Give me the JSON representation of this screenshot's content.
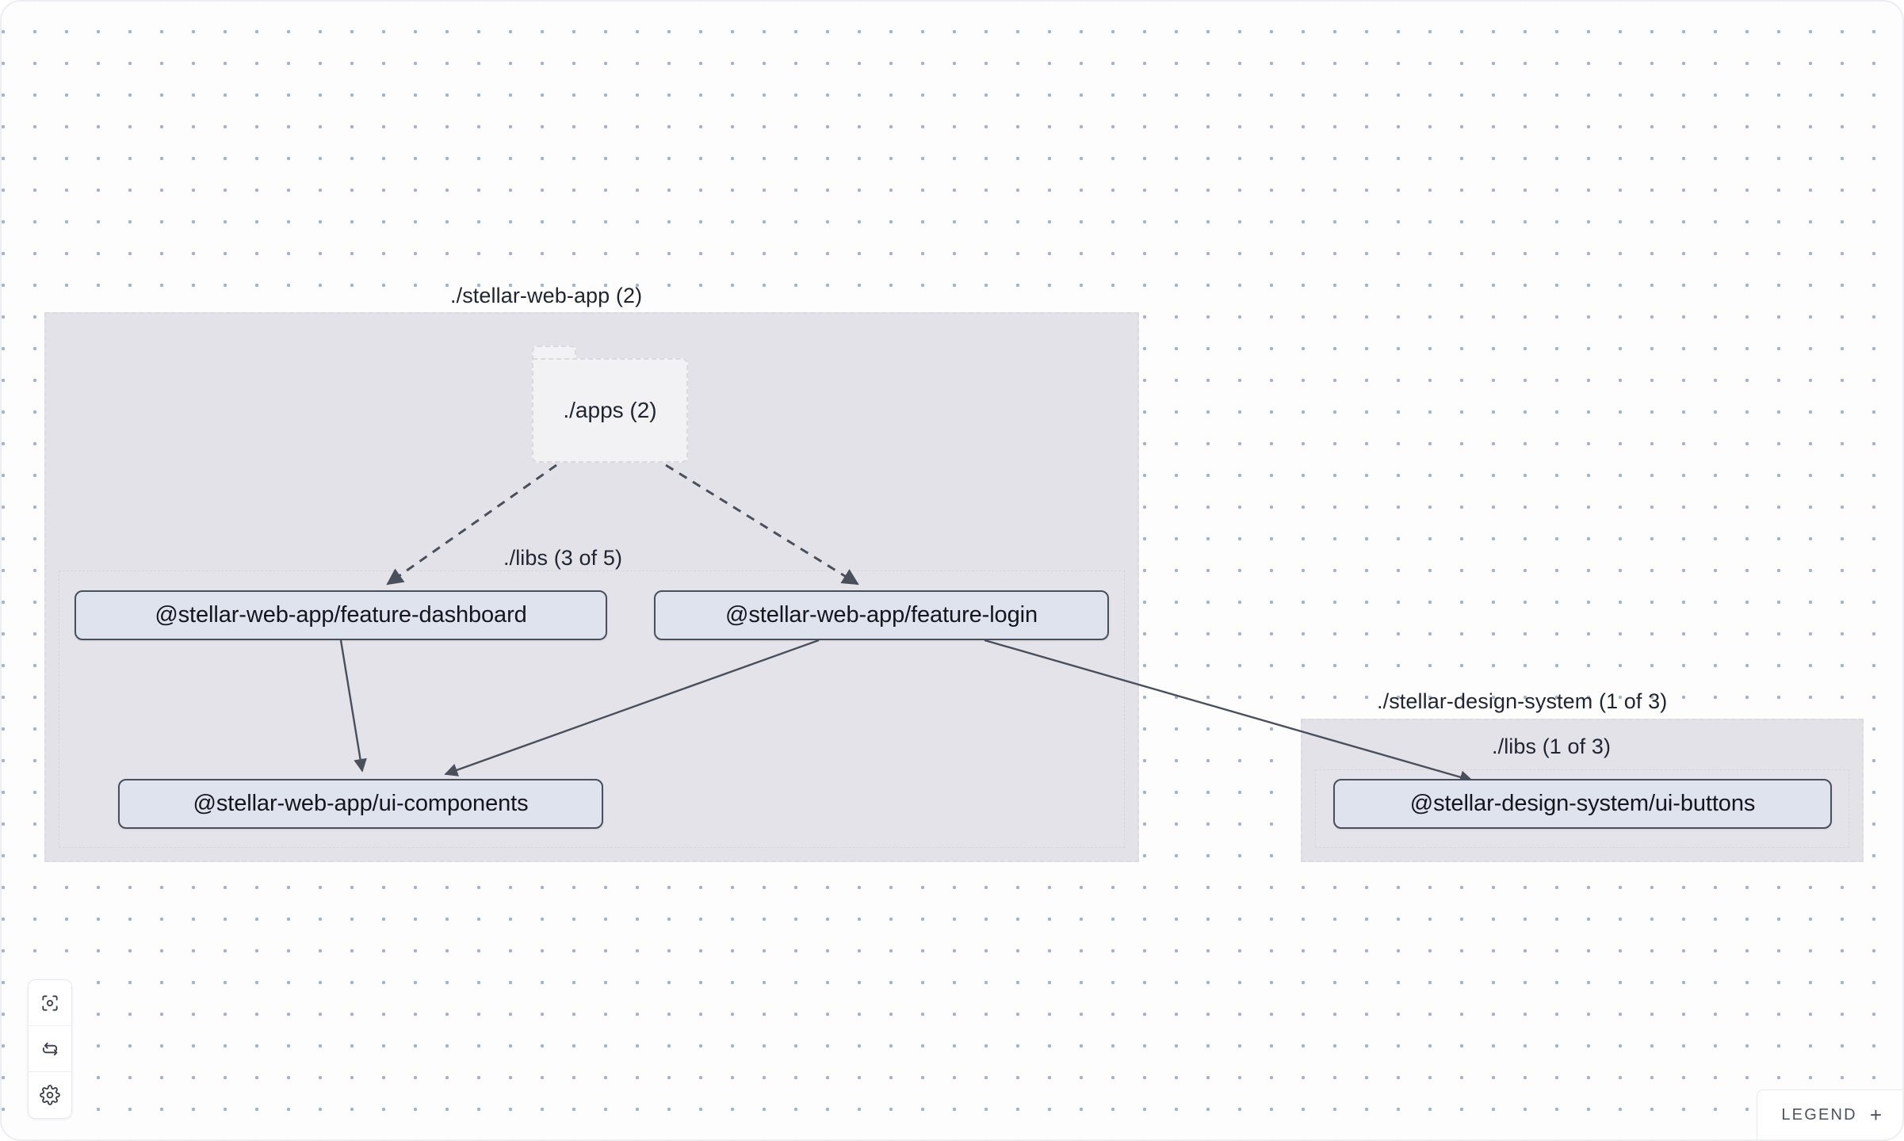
{
  "canvas": {
    "background_color": "#fdfdfe",
    "dot_color": "#a9b4c4",
    "border_color": "#edeef1"
  },
  "graph": {
    "groups": [
      {
        "id": "stellar-web-app",
        "label": "./stellar-web-app (2)",
        "fill": "#e4e2e9",
        "border": "#dcdae3"
      },
      {
        "id": "stellar-web-app-libs",
        "label": "./libs (3 of 5)",
        "fill": "transparent",
        "border": "#d6d4de"
      },
      {
        "id": "stellar-design-system",
        "label": "./stellar-design-system (1 of 3)",
        "fill": "#e4e2e9",
        "border": "#dcdae3"
      },
      {
        "id": "stellar-design-system-libs",
        "label": "./libs (1 of 3)",
        "fill": "transparent",
        "border": "#d6d4de"
      }
    ],
    "folders": [
      {
        "id": "apps",
        "label": "./apps (2)",
        "fill": "#f2f2f5",
        "border": "#d9d9e0"
      }
    ],
    "nodes": [
      {
        "id": "feature-dashboard",
        "label": "@stellar-web-app/feature-dashboard",
        "fill": "#dfe3ed",
        "border": "#4a4f5c"
      },
      {
        "id": "feature-login",
        "label": "@stellar-web-app/feature-login",
        "fill": "#dfe3ed",
        "border": "#4a4f5c"
      },
      {
        "id": "ui-components",
        "label": "@stellar-web-app/ui-components",
        "fill": "#dfe3ed",
        "border": "#4a4f5c"
      },
      {
        "id": "ui-buttons",
        "label": "@stellar-design-system/ui-buttons",
        "fill": "#dfe3ed",
        "border": "#4a4f5c"
      }
    ],
    "edges": [
      {
        "from": "apps",
        "to": "feature-dashboard",
        "style": "dashed"
      },
      {
        "from": "apps",
        "to": "feature-login",
        "style": "dashed"
      },
      {
        "from": "feature-dashboard",
        "to": "ui-components",
        "style": "solid"
      },
      {
        "from": "feature-login",
        "to": "ui-components",
        "style": "solid"
      },
      {
        "from": "feature-login",
        "to": "ui-buttons",
        "style": "solid"
      }
    ],
    "edge_color": "#4a4f5c"
  },
  "toolbar": {
    "buttons": [
      {
        "id": "focus",
        "icon": "focus-target-icon",
        "label": "Focus graph"
      },
      {
        "id": "refresh",
        "icon": "refresh-icon",
        "label": "Refresh graph"
      },
      {
        "id": "settings",
        "icon": "gear-icon",
        "label": "Settings"
      }
    ]
  },
  "legend": {
    "label": "LEGEND",
    "expand_glyph": "+"
  }
}
